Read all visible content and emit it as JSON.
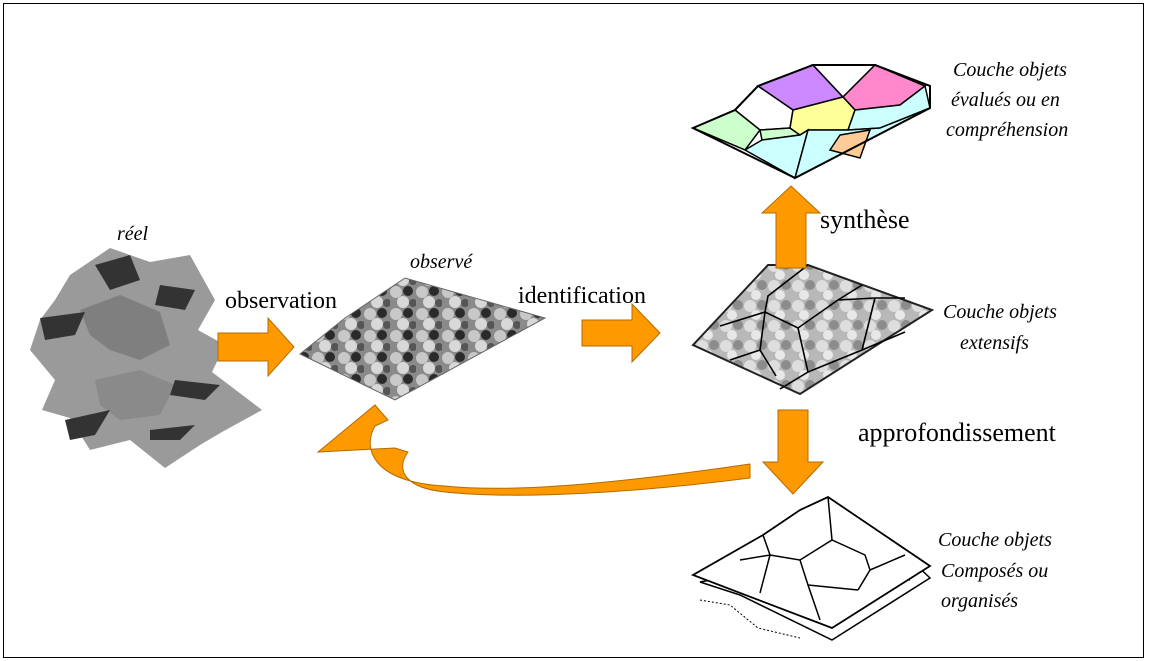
{
  "labels": {
    "reel": "réel",
    "observe": "observé",
    "observation": "observation",
    "identification": "identification",
    "synthese": "synthèse",
    "approfondissement": "approfondissement"
  },
  "layers": {
    "evalues": [
      "Couche objets",
      "évalués ou en",
      "compréhension"
    ],
    "extensifs": [
      "Couche objets",
      "extensifs"
    ],
    "composes": [
      "Couche objets",
      "Composés ou",
      "organisés"
    ]
  },
  "colors": {
    "arrow": "#ff9900",
    "purple": "#cc88ff",
    "pink": "#ff88cc",
    "green": "#ccffcc",
    "yellow": "#ffff99",
    "cyan": "#ccffff",
    "salmon": "#ffcc99"
  }
}
